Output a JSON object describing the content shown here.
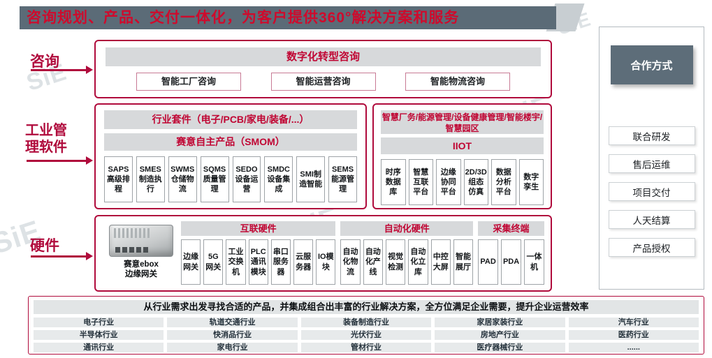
{
  "title": "咨询规划、产品、交付一体化，为客户提供360°解决方案和服务",
  "watermark": "SiE",
  "colors": {
    "accent": "#b00b3c",
    "banner_bg": "#5b6b77",
    "banner_text": "#cf0a2c",
    "bar_bg": "#d7d9db",
    "cooperation_bg": "#5d6d79"
  },
  "sections": {
    "consulting": {
      "label": "咨询",
      "header": "数字化转型咨询",
      "items": [
        "智能工厂咨询",
        "智能运营咨询",
        "智能物流咨询"
      ]
    },
    "software": {
      "label": "工业管理软件",
      "left": {
        "header": "行业套件（电子/PCB/家电/装备/...）",
        "subheader": "赛意自主产品（SMOM）",
        "items": [
          "SAPS高级排程",
          "SMES制造执行",
          "SWMS仓储物流",
          "SQMS质量管理",
          "SEDO设备运营",
          "SMDC设备集成",
          "SMI制造智能",
          "SEMS能源管理"
        ]
      },
      "right": {
        "header": "智慧厂务/能源管理/设备健康管理/智能楼宇/智慧园区",
        "subheader": "IIOT",
        "items": [
          "时序数据库",
          "智慧互联平台",
          "边缘协同平台",
          "2D/3D组态仿真",
          "数据分析平台",
          "数字孪生"
        ]
      }
    },
    "hardware": {
      "label": "硬件",
      "device_caption": "赛意ebox\n边缘网关",
      "groups": [
        {
          "header": "互联硬件",
          "items": [
            "边缘网关",
            "5G网关",
            "工业交换机",
            "PLC通讯模块",
            "串口服务器",
            "云服务器",
            "IO模块"
          ]
        },
        {
          "header": "自动化硬件",
          "items": [
            "自动化物流",
            "自动化产线",
            "视觉检测",
            "自动化立库",
            "中控大屏",
            "智能展厅"
          ]
        },
        {
          "header": "采集终端",
          "items": [
            "PAD",
            "PDA",
            "一体机"
          ]
        }
      ]
    },
    "industries": {
      "header": "从行业需求出发寻找合适的产品，并集成组合出丰富的行业解决方案，全方位满足企业需要，提升企业运营效率",
      "rows": [
        [
          "电子行业",
          "轨道交通行业",
          "装备制造行业",
          "家居家装行业",
          "汽车行业"
        ],
        [
          "半导体行业",
          "快消品行业",
          "光伏行业",
          "房地产行业",
          "医药行业"
        ],
        [
          "通讯行业",
          "家电行业",
          "管材行业",
          "医疗器械行业",
          "......"
        ]
      ]
    },
    "cooperation": {
      "header": "合作方式",
      "items": [
        "联合研发",
        "售后运维",
        "项目交付",
        "人天结算",
        "产品授权"
      ]
    }
  }
}
